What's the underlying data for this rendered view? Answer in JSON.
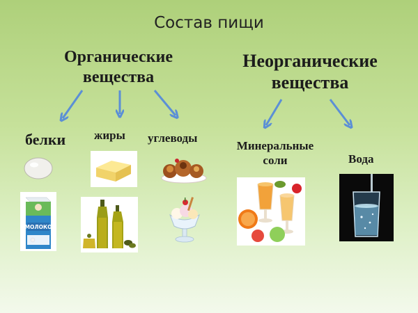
{
  "title": "Состав пищи",
  "categories": {
    "organic": {
      "heading_line1": "Органические",
      "heading_line2": "вещества"
    },
    "inorganic": {
      "heading_line1": "Неорганические",
      "heading_line2": "вещества"
    }
  },
  "items": {
    "proteins": "белки",
    "fats": "жиры",
    "carbohydrates": "углеводы",
    "minerals_line1": "Минеральные",
    "minerals_line2": "соли",
    "water": "Вода"
  },
  "images": {
    "milk_carton_text": "МОЛОКО"
  },
  "colors": {
    "arrow": "#5b8fd6",
    "background_top": "#aed07a",
    "background_bottom": "#f3f9ec"
  }
}
